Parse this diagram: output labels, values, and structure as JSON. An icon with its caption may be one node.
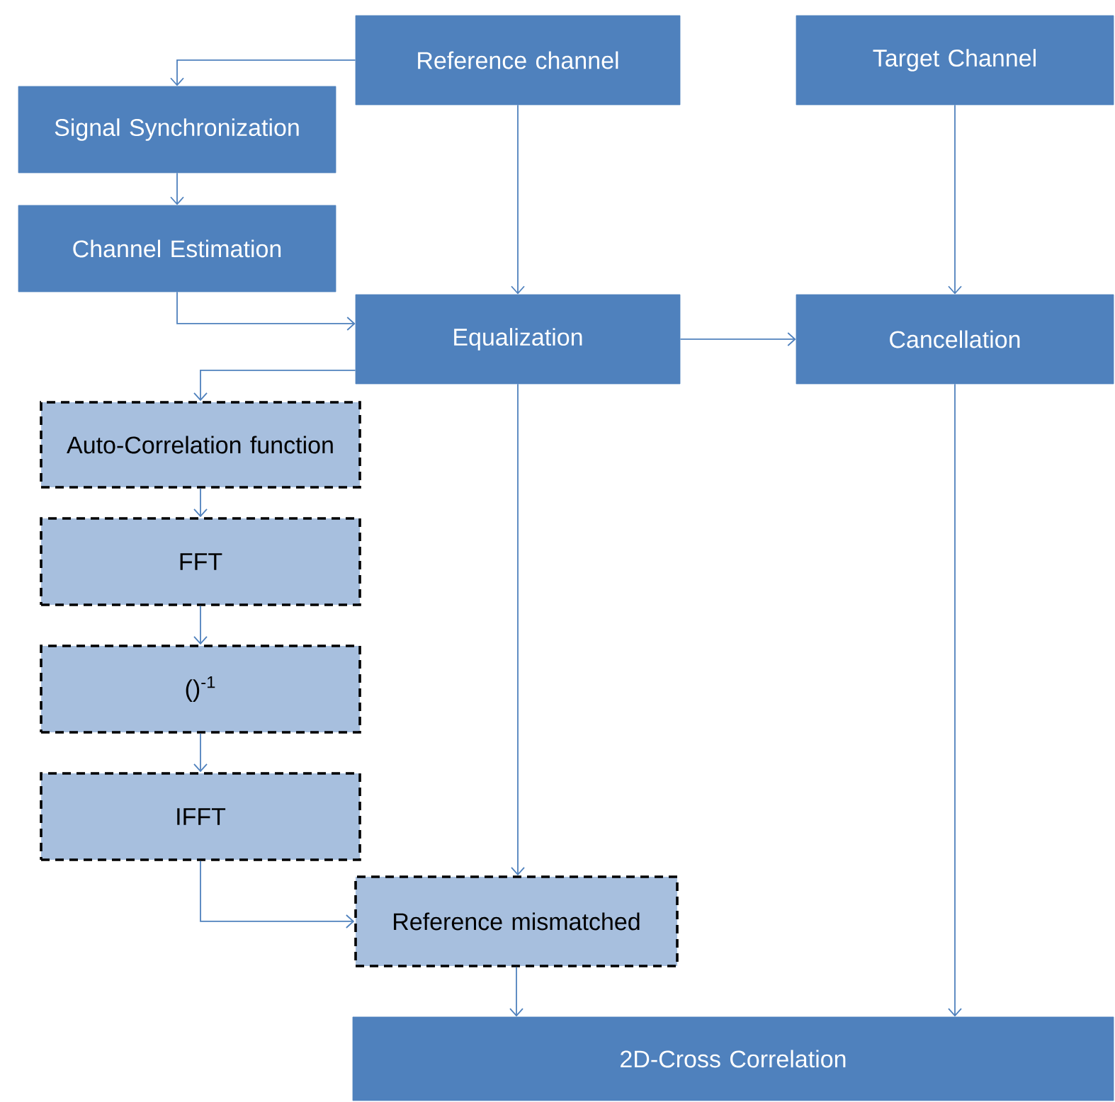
{
  "diagram": {
    "nodes": [
      {
        "text": [
          "Reference channel"
        ]
      },
      {
        "text": [
          "Target Channel"
        ]
      },
      {
        "text": [
          "Signal Synchronization"
        ]
      },
      {
        "text": [
          "Channel Estimation"
        ]
      },
      {
        "text": [
          "Equalization"
        ]
      },
      {
        "text": [
          "Cancellation"
        ]
      },
      {
        "text": [
          "Auto-Correlation function"
        ]
      },
      {
        "text": [
          "FFT"
        ]
      },
      {
        "text": [
          "()$^{-1}$"
        ]
      },
      {
        "text": [
          "IFFT"
        ]
      },
      {
        "text": [
          "Reference mismatched"
        ]
      },
      {
        "text": [
          "2D-Cross Correlation"
        ]
      }
    ],
    "edges": [
      {
        "from": 0,
        "to": 2,
        "arrow": "to"
      },
      {
        "from": 2,
        "to": 3,
        "arrow": "to"
      },
      {
        "from": 3,
        "to": 4,
        "arrow": "to"
      },
      {
        "from": 0,
        "to": 4,
        "arrow": "to"
      },
      {
        "from": 1,
        "to": 5,
        "arrow": "to"
      },
      {
        "from": 4,
        "to": 5,
        "arrow": "to"
      },
      {
        "from": 4,
        "to": 6,
        "arrow": "to"
      },
      {
        "from": 6,
        "to": 7,
        "arrow": "to"
      },
      {
        "from": 7,
        "to": 8,
        "arrow": "to"
      },
      {
        "from": 8,
        "to": 9,
        "arrow": "to"
      },
      {
        "from": 9,
        "to": 10,
        "arrow": "to"
      },
      {
        "from": 4,
        "to": 10,
        "arrow": "to"
      },
      {
        "from": 10,
        "to": 11,
        "arrow": "to"
      },
      {
        "from": 5,
        "to": 11,
        "arrow": "to"
      }
    ]
  }
}
